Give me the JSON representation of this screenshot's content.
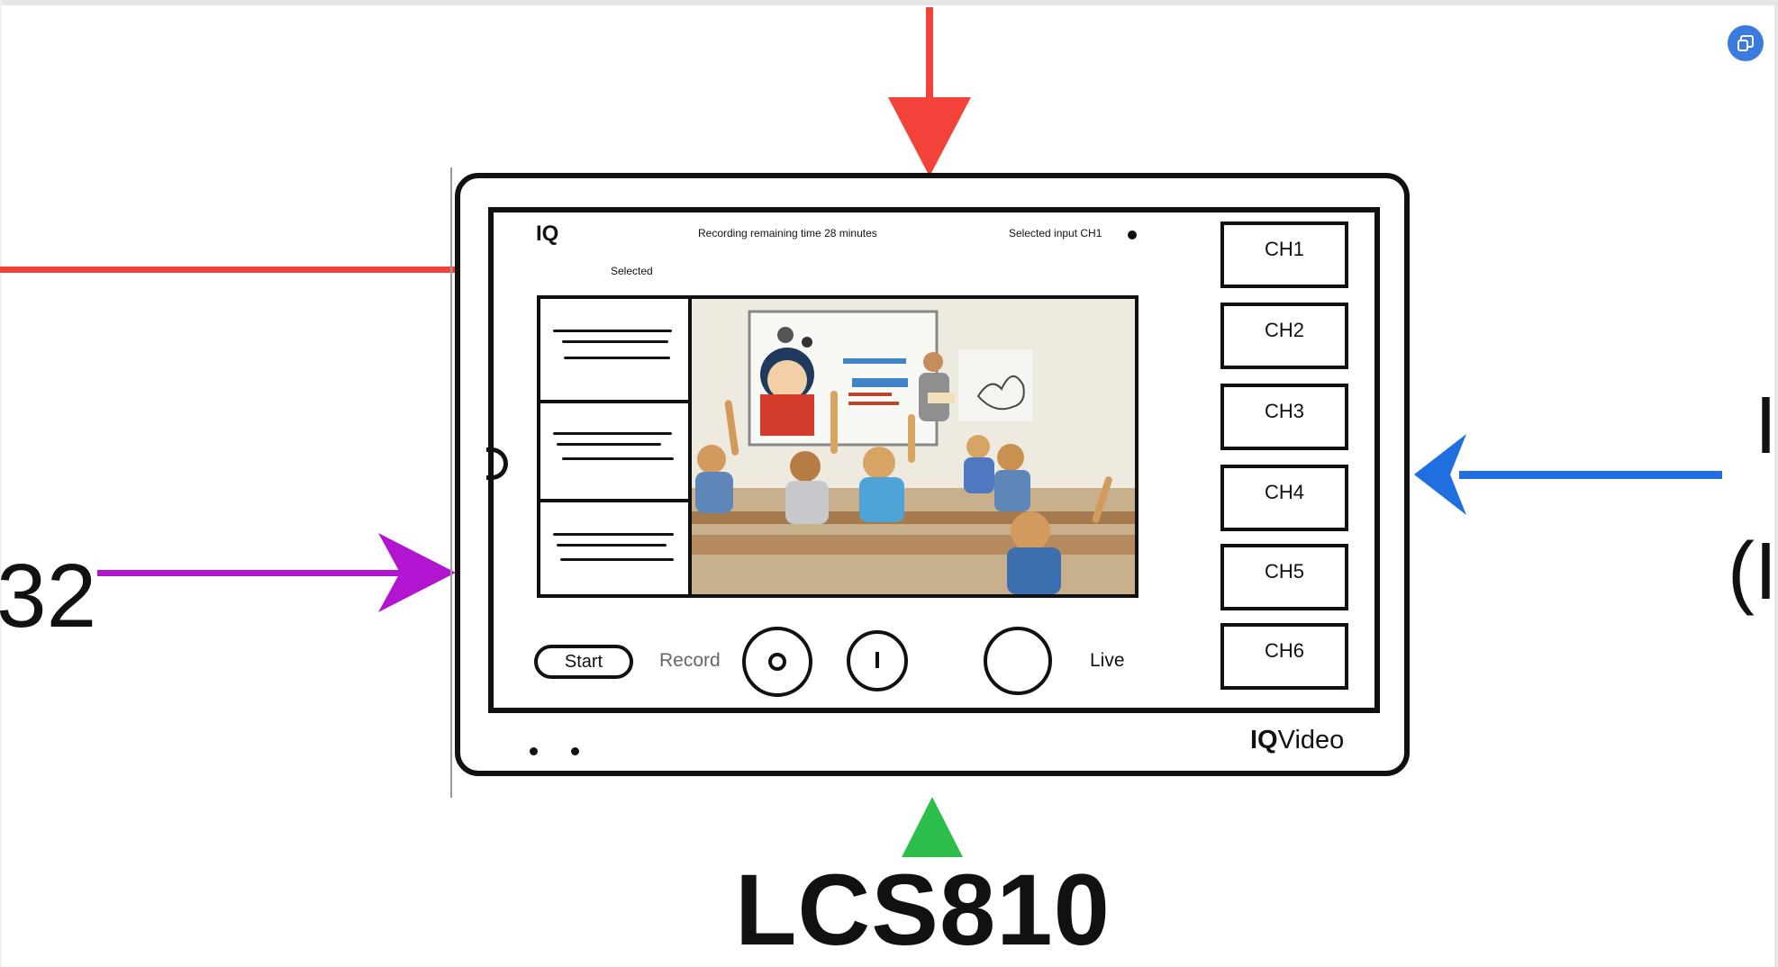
{
  "device": {
    "header": {
      "logo": "IQ",
      "recording_remaining": "Recording remaining time 28 minutes",
      "selected_input": "Selected input CH1",
      "selected_label": "Selected"
    },
    "preview": {
      "list_items": 3
    },
    "channels": [
      "CH1",
      "CH2",
      "CH3",
      "CH4",
      "CH5",
      "CH6"
    ],
    "controls": {
      "start_label": "Start",
      "record_label": "Record",
      "live_label": "Live"
    },
    "brand": {
      "prefix": "IQ",
      "suffix": "Video"
    }
  },
  "labels": {
    "model": "LCS810",
    "left_number": "32",
    "right_partial_1": "I",
    "right_partial_2": "(I"
  },
  "colors": {
    "arrow_top": "#f2423a",
    "arrow_left_line": "#f2423a",
    "arrow_purple": "#b215cf",
    "arrow_blue": "#1f6fe0",
    "triangle_green": "#2dbd4a",
    "corner_button": "#3b7be0"
  },
  "icons": {
    "corner_button": "external-window-icon",
    "record_button": "record-circle-icon",
    "pause_button": "pause-bar-icon",
    "live_button": "live-circle-icon"
  }
}
